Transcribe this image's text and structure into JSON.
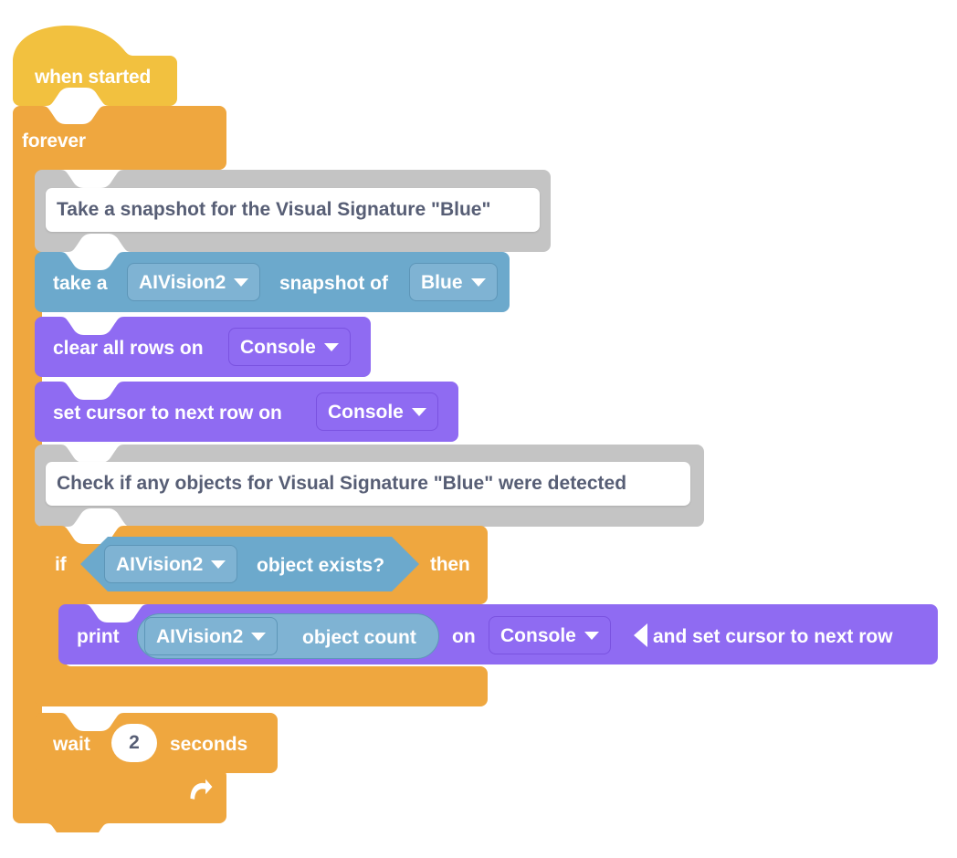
{
  "program": {
    "name": "when-started-stack",
    "colors": {
      "hat_yellow": "#F2C13F",
      "control_orange": "#EFA73F",
      "sensing_blue": "#6CA9CC",
      "sensing_blue_chip": "#7FB3D3",
      "looks_purple": "#8F6BF2",
      "comment_grey": "#C4C4C4",
      "comment_text": "#575E75",
      "block_text": "#FFFFFF",
      "canvas": "#FFFFFF"
    },
    "blocks": [
      {
        "id": "when-started",
        "type": "hat",
        "label": "when started"
      },
      {
        "id": "forever",
        "type": "c-block",
        "label": "forever",
        "loop_arrow_icon": "loop-arrow-icon"
      },
      {
        "id": "comment-1",
        "type": "comment",
        "text": "Take a snapshot for the Visual Signature \"Blue\""
      },
      {
        "id": "take-snapshot",
        "type": "stack",
        "category": "sensing",
        "parts": [
          {
            "kind": "text",
            "value": "take a"
          },
          {
            "kind": "dropdown",
            "value": "AIVision2",
            "icon": "chevron-down-icon"
          },
          {
            "kind": "text",
            "value": "snapshot of"
          },
          {
            "kind": "dropdown",
            "value": "Blue",
            "icon": "chevron-down-icon"
          }
        ]
      },
      {
        "id": "clear-all-rows",
        "type": "stack",
        "category": "looks",
        "parts": [
          {
            "kind": "text",
            "value": "clear all rows on"
          },
          {
            "kind": "dropdown",
            "value": "Console",
            "icon": "chevron-down-icon"
          }
        ]
      },
      {
        "id": "set-cursor-next-row",
        "type": "stack",
        "category": "looks",
        "parts": [
          {
            "kind": "text",
            "value": "set cursor to next row on"
          },
          {
            "kind": "dropdown",
            "value": "Console",
            "icon": "chevron-down-icon"
          }
        ]
      },
      {
        "id": "comment-2",
        "type": "comment",
        "text": "Check if any objects for Visual Signature \"Blue\" were detected"
      },
      {
        "id": "if-then",
        "type": "c-block",
        "label_if": "if",
        "label_then": "then",
        "condition": {
          "id": "object-exists",
          "category": "sensing",
          "shape": "boolean",
          "dropdown": "AIVision2",
          "dropdown_icon": "chevron-down-icon",
          "text": "object exists?"
        }
      },
      {
        "id": "print-block",
        "type": "stack",
        "category": "looks",
        "parts": [
          {
            "kind": "text",
            "value": "print"
          },
          {
            "kind": "reporter",
            "category": "sensing",
            "dropdown": "AIVision2",
            "dropdown_icon": "chevron-down-icon",
            "text": "object count"
          },
          {
            "kind": "text",
            "value": "on"
          },
          {
            "kind": "dropdown",
            "value": "Console",
            "icon": "chevron-down-icon"
          },
          {
            "kind": "toggle",
            "icon": "triangle-left-icon"
          },
          {
            "kind": "text",
            "value": "and set cursor to next row"
          }
        ]
      },
      {
        "id": "wait-block",
        "type": "stack",
        "category": "control",
        "parts": [
          {
            "kind": "text",
            "value": "wait"
          },
          {
            "kind": "number",
            "value": "2"
          },
          {
            "kind": "text",
            "value": "seconds"
          }
        ]
      }
    ]
  }
}
